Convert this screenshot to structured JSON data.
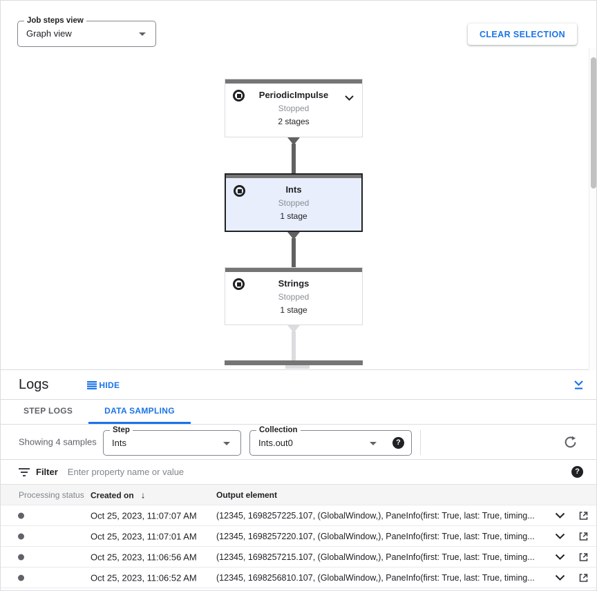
{
  "header": {
    "job_steps_view": {
      "label": "Job steps view",
      "value": "Graph view"
    },
    "clear_selection_label": "CLEAR SELECTION"
  },
  "graph": {
    "nodes": [
      {
        "title": "PeriodicImpulse",
        "status": "Stopped",
        "stages": "2 stages"
      },
      {
        "title": "Ints",
        "status": "Stopped",
        "stages": "1 stage"
      },
      {
        "title": "Strings",
        "status": "Stopped",
        "stages": "1 stage"
      }
    ]
  },
  "logs": {
    "title": "Logs",
    "hide_label": "HIDE",
    "tabs": {
      "step_logs": "STEP LOGS",
      "data_sampling": "DATA SAMPLING"
    },
    "showing_text": "Showing 4 samples",
    "step_select": {
      "label": "Step",
      "value": "Ints"
    },
    "collection_select": {
      "label": "Collection",
      "value": "Ints.out0"
    },
    "filter": {
      "label": "Filter",
      "placeholder": "Enter property name or value"
    },
    "table": {
      "headers": {
        "status": "Processing status",
        "created": "Created on",
        "output": "Output element"
      },
      "rows": [
        {
          "created": "Oct 25, 2023, 11:07:07 AM",
          "output": "(12345, 1698257225.107, (GlobalWindow,), PaneInfo(first: True, last: True, timing..."
        },
        {
          "created": "Oct 25, 2023, 11:07:01 AM",
          "output": "(12345, 1698257220.107, (GlobalWindow,), PaneInfo(first: True, last: True, timing..."
        },
        {
          "created": "Oct 25, 2023, 11:06:56 AM",
          "output": "(12345, 1698257215.107, (GlobalWindow,), PaneInfo(first: True, last: True, timing..."
        },
        {
          "created": "Oct 25, 2023, 11:06:52 AM",
          "output": "(12345, 1698256810.107, (GlobalWindow,), PaneInfo(first: True, last: True, timing..."
        }
      ]
    }
  },
  "icons": {
    "help_glyph": "?",
    "sort_desc_glyph": "↓"
  },
  "colors": {
    "accent": "#1a73e8",
    "selected_node_bg": "#e8eefb",
    "node_bar": "#757575",
    "edge_dark": "#616161",
    "edge_light": "#dadce0",
    "text_gray": "#5f6368",
    "status_gray": "#80868b"
  }
}
